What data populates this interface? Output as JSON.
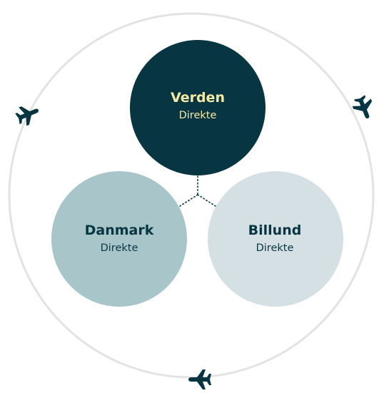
{
  "colors": {
    "ring": "#e3e3e3",
    "dark_teal": "#073642",
    "mid_teal": "#a8c6c9",
    "light_blue_gray": "#d5e0e5",
    "accent_yellow": "#f5eaa4",
    "text_dark": "#073642",
    "connector": "#073642",
    "plane": "#073642"
  },
  "nodes": {
    "verden": {
      "title": "Verden",
      "subtitle": "Direkte"
    },
    "danmark": {
      "title": "Danmark",
      "subtitle": "Direkte"
    },
    "billund": {
      "title": "Billund",
      "subtitle": "Direkte"
    }
  },
  "icons": {
    "plane_left": "airplane-icon",
    "plane_right": "airplane-icon",
    "plane_bottom": "airplane-icon"
  }
}
